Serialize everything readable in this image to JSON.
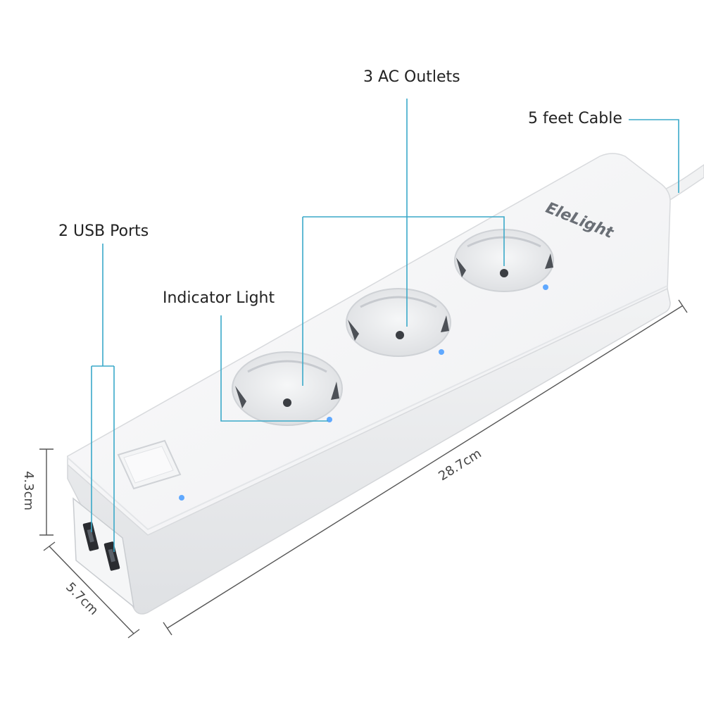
{
  "brand": {
    "logo_text": "EleLight"
  },
  "callouts": {
    "ac_outlets": "3 AC Outlets",
    "cable": "5 feet Cable",
    "usb_ports": "2 USB Ports",
    "indicator": "Indicator Light"
  },
  "dimensions": {
    "length": "28.7cm",
    "height": "4.3cm",
    "width": "5.7cm"
  },
  "colors": {
    "callout_line": "#3aa9c9",
    "indicator_dot": "#5fa8ff",
    "dimension_line": "#555555",
    "body_top": "#f7f7f8",
    "body_front": "#e9eaec",
    "socket": "#eeeff0"
  }
}
